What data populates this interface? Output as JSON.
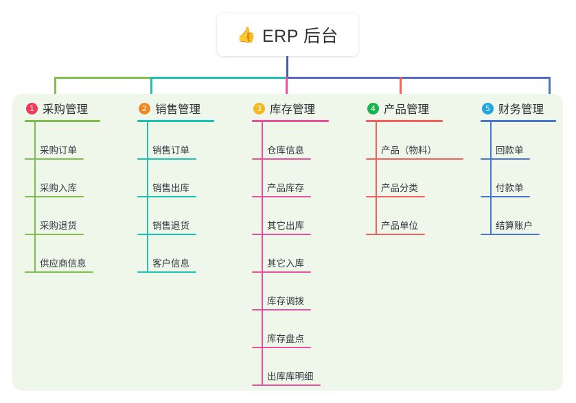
{
  "root": {
    "icon": "thumbs-up-icon",
    "icon_glyph": "👍",
    "title": "ERP 后台"
  },
  "colors": {
    "page_background": "#ffffff",
    "panel_background": "#eef7ea",
    "trunk": "#4559b8",
    "text": "#2f3136"
  },
  "columns": [
    {
      "index": "1",
      "badge_color": "#ee3a57",
      "line_color": "#7fbf4d",
      "title": "采购管理",
      "items": [
        {
          "label": "采购订单"
        },
        {
          "label": "采购入库"
        },
        {
          "label": "采购退货"
        },
        {
          "label": "供应商信息"
        }
      ]
    },
    {
      "index": "2",
      "badge_color": "#f08828",
      "line_color": "#17c4b2",
      "title": "销售管理",
      "items": [
        {
          "label": "销售订单"
        },
        {
          "label": "销售出库"
        },
        {
          "label": "销售退货"
        },
        {
          "label": "客户信息"
        }
      ]
    },
    {
      "index": "3",
      "badge_color": "#f5b722",
      "line_color": "#e8509f",
      "title": "库存管理",
      "items": [
        {
          "label": "仓库信息"
        },
        {
          "label": "产品库存"
        },
        {
          "label": "其它出库"
        },
        {
          "label": "其它入库"
        },
        {
          "label": "库存调拨"
        },
        {
          "label": "库存盘点"
        },
        {
          "label": "出库库明细"
        }
      ]
    },
    {
      "index": "4",
      "badge_color": "#18b351",
      "line_color": "#f2605c",
      "title": "产品管理",
      "items": [
        {
          "label": "产品（物料）"
        },
        {
          "label": "产品分类"
        },
        {
          "label": "产品单位"
        }
      ]
    },
    {
      "index": "5",
      "badge_color": "#21a7e0",
      "line_color": "#4b74cf",
      "title": "财务管理",
      "items": [
        {
          "label": "回款单"
        },
        {
          "label": "付款单"
        },
        {
          "label": "结算账户"
        }
      ]
    }
  ],
  "connectors": {
    "trunk_color": "#4559b8",
    "bar_segments": [
      {
        "from": "col1",
        "to": "col2",
        "color": "#7fbf4d"
      },
      {
        "from": "col2",
        "to": "col3",
        "color": "#17c4b2"
      },
      {
        "from": "col3",
        "to": "col5",
        "color": "#5566c6"
      }
    ]
  }
}
